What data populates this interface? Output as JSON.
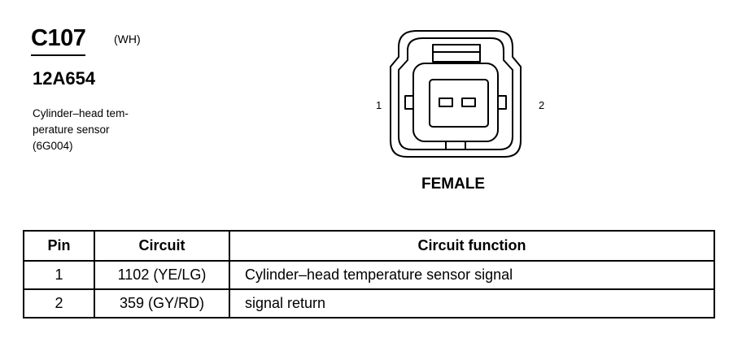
{
  "connector": {
    "id": "C107",
    "color_code": "(WH)",
    "part_number": "12A654",
    "description": "Cylinder–head tem-\nperature sensor\n(6G004)"
  },
  "face_view": {
    "gender": "FEMALE",
    "pin_labels": [
      "1",
      "2"
    ]
  },
  "table": {
    "headers": [
      "Pin",
      "Circuit",
      "Circuit function"
    ],
    "rows": [
      {
        "pin": "1",
        "circuit": "1102 (YE/LG)",
        "function": "Cylinder–head temperature sensor  signal"
      },
      {
        "pin": "2",
        "circuit": "359 (GY/RD)",
        "function": "signal return"
      }
    ]
  }
}
